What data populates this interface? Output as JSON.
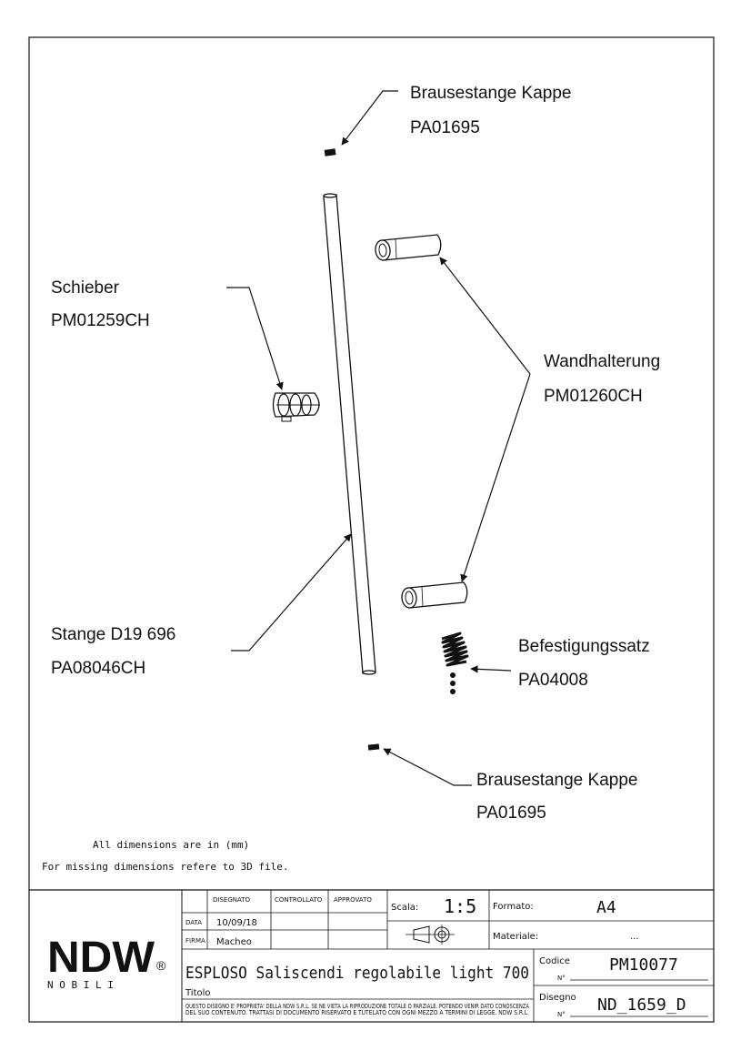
{
  "callouts": {
    "top_cap": {
      "name": "Brausestange Kappe",
      "code": "PA01695"
    },
    "slider": {
      "name": "Schieber",
      "code": "PM01259CH"
    },
    "wall_bracket": {
      "name": "Wandhalterung",
      "code": "PM01260CH"
    },
    "rod": {
      "name": "Stange D19 696",
      "code": "PA08046CH"
    },
    "fixing_kit": {
      "name": "Befestigungssatz",
      "code": "PA04008"
    },
    "bottom_cap": {
      "name": "Brausestange Kappe",
      "code": "PA01695"
    }
  },
  "notes": {
    "dimensions": "All dimensions are in (mm)",
    "missing": "For missing dimensions refere to 3D file."
  },
  "title_block": {
    "logo": {
      "mark": "NDW",
      "registered": "®",
      "subtitle": "N O B I L I"
    },
    "headers": {
      "drawn": "DISEGNATO",
      "checked": "CONTROLLATO",
      "approved": "APPROVATO"
    },
    "row_labels": {
      "date": "DATA",
      "signature": "FIRMA"
    },
    "date_value": "10/09/18",
    "signature_value": "Macheo",
    "scale_label": "Scala:",
    "scale_value": "1:5",
    "format_label": "Formato:",
    "format_value": "A4",
    "material_label": "Materiale:",
    "material_value": "...",
    "title_text": "ESPLOSO Saliscendi regolabile light 700",
    "title_label": "Titolo",
    "code_label": "Codice",
    "code_n": "N°",
    "code_value": "PM10077",
    "drawing_label": "Disegno",
    "drawing_n": "N°",
    "drawing_value": "ND_1659_D",
    "footer_line1": "QUESTO DISEGNO E' PROPRIETA' DELLA NDW S.R.L. SE NE VIETA LA RIPRODUZIONE TOTALE O PARZIALE. POTENDO VENIR DATO CONOSCENZA",
    "footer_line2": "DEL SUO CONTENUTO. TRATTASI DI DOCUMENTO RISERVATO E TUTELATO CON OGNI MEZZO A TERMINI DI LEGGE. NDW S.R.L."
  }
}
